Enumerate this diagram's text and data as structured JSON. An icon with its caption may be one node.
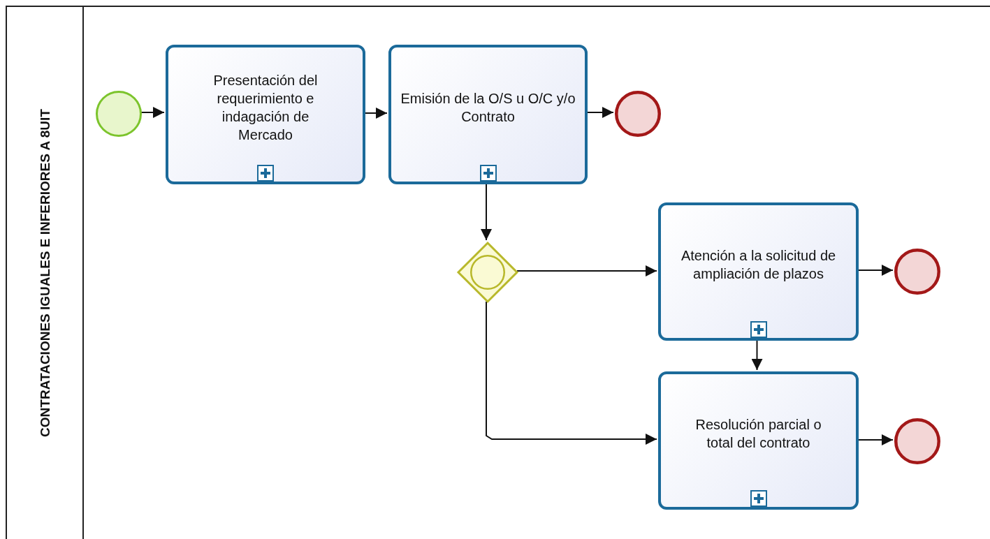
{
  "diagram": {
    "nodes": [
      {
        "text": [
          "CONTRATACIONES IGUALES E INFERIORES A 8UIT"
        ]
      },
      {
        "text": [],
        "shape": "circle",
        "in": 0
      },
      {
        "text": [
          "Presentación del requerimiento e indagación de Mercado"
        ],
        "in": 0
      },
      {
        "text": [
          "Emisión de la O/S u O/C y/o Contrato"
        ],
        "in": 0
      },
      {
        "text": [],
        "shape": "circle",
        "in": 0
      },
      {
        "text": [],
        "shape": "diamond",
        "in": 0
      },
      {
        "text": [
          "Atención a la solicitud de ampliación de plazos"
        ],
        "in": 0
      },
      {
        "text": [],
        "shape": "circle",
        "in": 0
      },
      {
        "text": [
          "Resolución parcial o total del contrato"
        ],
        "in": 0
      },
      {
        "text": [],
        "shape": "circle",
        "in": 0
      }
    ],
    "edges": [
      {
        "from": 1,
        "to": 2,
        "arrow": "to"
      },
      {
        "from": 2,
        "to": 3,
        "arrow": "to"
      },
      {
        "from": 3,
        "to": 4,
        "arrow": "to"
      },
      {
        "from": 3,
        "to": 5,
        "arrow": "to"
      },
      {
        "from": 5,
        "to": 6,
        "arrow": "to"
      },
      {
        "from": 6,
        "to": 7,
        "arrow": "to"
      },
      {
        "from": 5,
        "to": 8,
        "arrow": "to"
      },
      {
        "from": 6,
        "to": 8,
        "arrow": "to"
      },
      {
        "from": 8,
        "to": 9,
        "arrow": "to"
      }
    ]
  }
}
